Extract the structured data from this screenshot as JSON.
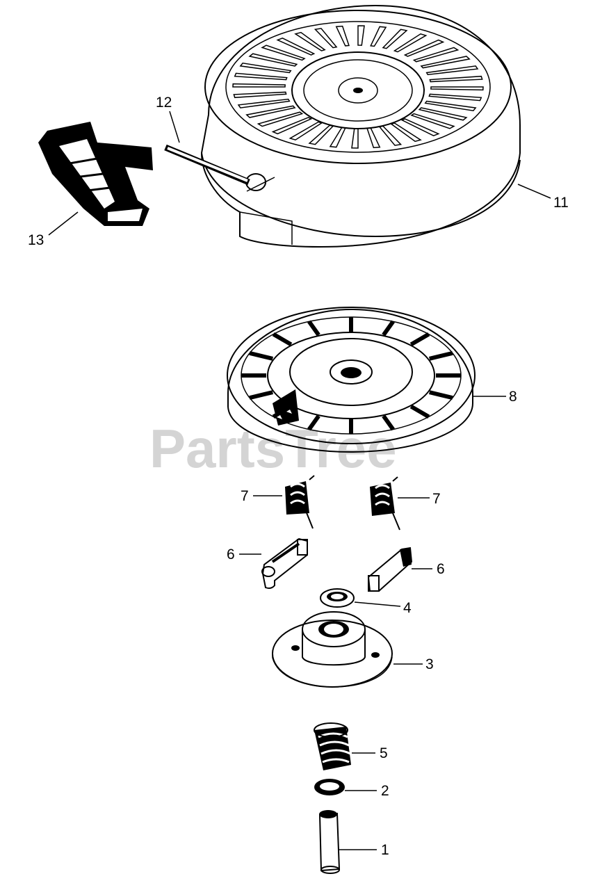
{
  "watermark": "PartsTree",
  "callouts": [
    {
      "id": "1",
      "label": "1"
    },
    {
      "id": "2",
      "label": "2"
    },
    {
      "id": "3",
      "label": "3"
    },
    {
      "id": "4",
      "label": "4"
    },
    {
      "id": "5",
      "label": "5"
    },
    {
      "id": "6a",
      "label": "6"
    },
    {
      "id": "6b",
      "label": "6"
    },
    {
      "id": "7a",
      "label": "7"
    },
    {
      "id": "7b",
      "label": "7"
    },
    {
      "id": "8",
      "label": "8"
    },
    {
      "id": "11",
      "label": "11"
    },
    {
      "id": "12",
      "label": "12"
    },
    {
      "id": "13",
      "label": "13"
    }
  ]
}
